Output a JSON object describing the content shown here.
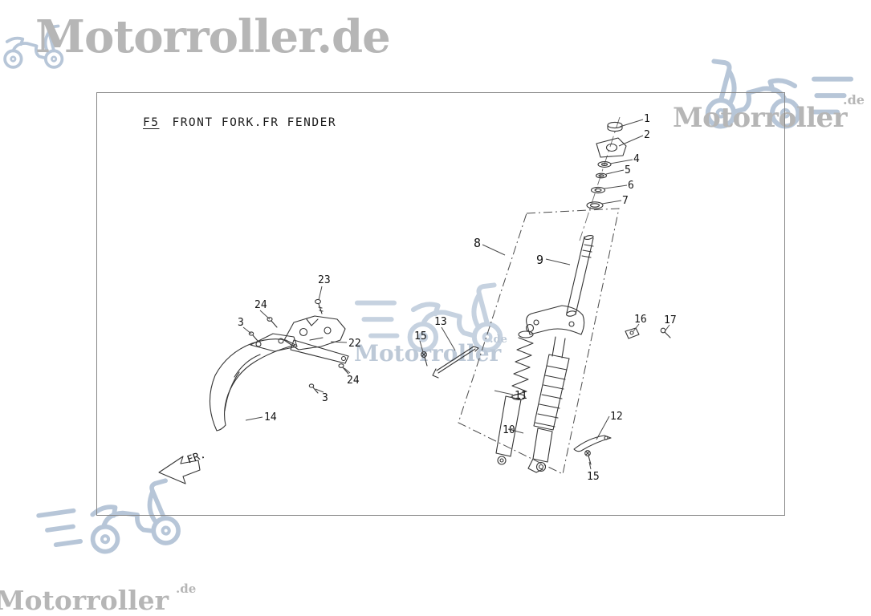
{
  "watermarks": {
    "top_left": {
      "text": "Motorroller.de"
    },
    "top_right": {
      "text": "Motorroller",
      "suffix": ".de"
    },
    "center": {
      "text": "Motorroller",
      "suffix": ".de"
    },
    "bottom_left": {
      "text": "Motorroller",
      "suffix": ".de"
    }
  },
  "diagram": {
    "code": "F5",
    "title": "FRONT FORK.FR FENDER",
    "direction_label": "FR.",
    "callouts": [
      {
        "label": "1"
      },
      {
        "label": "2"
      },
      {
        "label": "4"
      },
      {
        "label": "5"
      },
      {
        "label": "6"
      },
      {
        "label": "7"
      },
      {
        "label": "8"
      },
      {
        "label": "9"
      },
      {
        "label": "23"
      },
      {
        "label": "24"
      },
      {
        "label": "3"
      },
      {
        "label": "22"
      },
      {
        "label": "13"
      },
      {
        "label": "15"
      },
      {
        "label": "16"
      },
      {
        "label": "17"
      },
      {
        "label": "24"
      },
      {
        "label": "3"
      },
      {
        "label": "11"
      },
      {
        "label": "14"
      },
      {
        "label": "10"
      },
      {
        "label": "12"
      },
      {
        "label": "15"
      }
    ]
  }
}
